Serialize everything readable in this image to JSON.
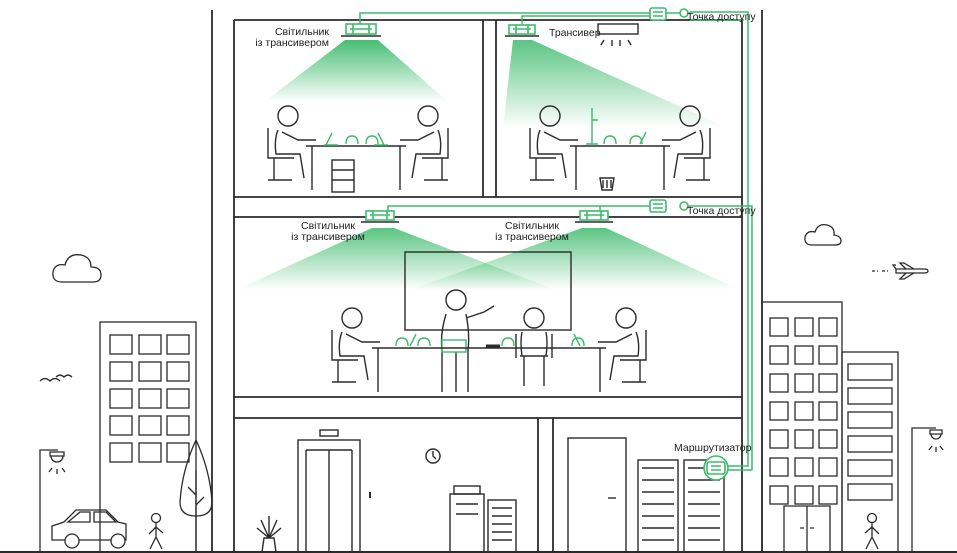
{
  "labels": {
    "luminaire_1": [
      "Світильник",
      "із трансивером"
    ],
    "transceiver": "Трансивер",
    "access_point_1": "Точка доступу",
    "luminaire_2": [
      "Світильник",
      "із трансивером"
    ],
    "luminaire_3": [
      "Світильник",
      "із трансивером"
    ],
    "access_point_2": "Точка доступу",
    "router": "Маршрутизатор"
  },
  "colors": {
    "line": "#2b2b2b",
    "accent": "#3dbb6c",
    "light": "#3dbb6c",
    "background": "#ffffff"
  },
  "icons": [
    "cloud-icon",
    "bird-icon",
    "airplane-icon",
    "street-lamp-icon",
    "car-icon",
    "tree-icon",
    "pedestrian-icon",
    "person-icon",
    "laptop-icon",
    "monitor-icon",
    "luminaire-icon",
    "transceiver-icon",
    "access-point-icon",
    "router-icon",
    "clock-icon",
    "printer-icon",
    "server-rack-icon",
    "plant-icon",
    "elevator-icon",
    "door-icon"
  ]
}
